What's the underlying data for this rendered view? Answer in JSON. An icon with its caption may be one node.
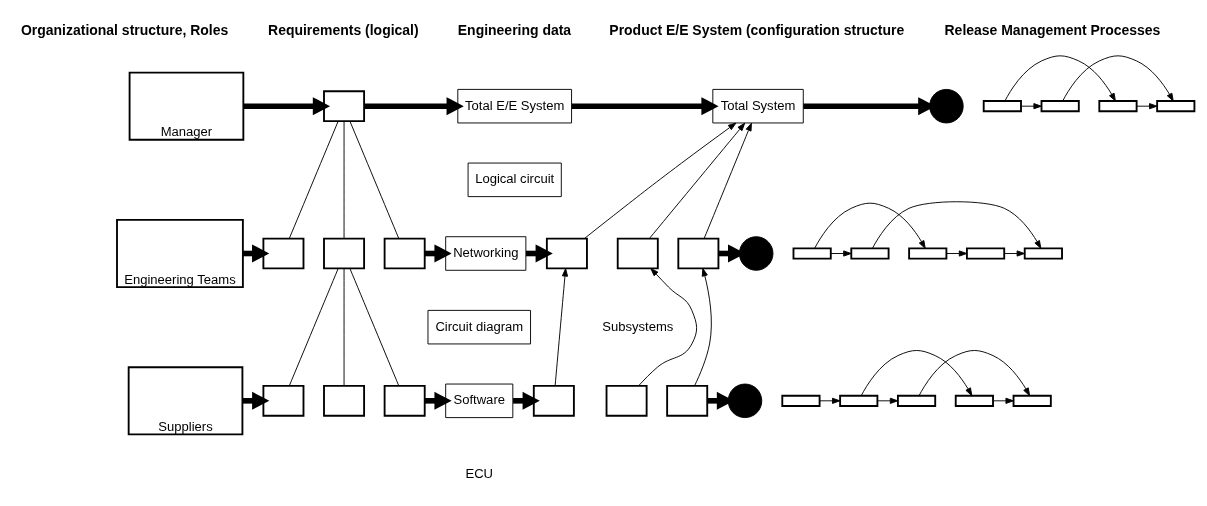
{
  "diagram": {
    "nodes": [
      {
        "text": [
          "Manager"
        ]
      },
      {
        "text": [
          "Engineering Teams"
        ]
      },
      {
        "text": [
          "Suppliers"
        ]
      },
      {
        "text": [],
        "shape": "box"
      },
      {
        "text": [],
        "shape": "box"
      },
      {
        "text": [],
        "shape": "box"
      },
      {
        "text": [],
        "shape": "box"
      },
      {
        "text": [],
        "shape": "box"
      },
      {
        "text": [],
        "shape": "box"
      },
      {
        "text": [],
        "shape": "box"
      },
      {
        "text": [
          "Total E/E System"
        ]
      },
      {
        "text": [
          "Logical circuit"
        ]
      },
      {
        "text": [
          "Networking"
        ]
      },
      {
        "text": [
          "Circuit diagram"
        ]
      },
      {
        "text": [
          "Software"
        ]
      },
      {
        "text": [
          "Total System"
        ]
      },
      {
        "text": [],
        "shape": "box"
      },
      {
        "text": [],
        "shape": "box"
      },
      {
        "text": [],
        "shape": "box"
      },
      {
        "text": [],
        "shape": "box"
      },
      {
        "text": [],
        "shape": "box"
      },
      {
        "text": [],
        "shape": "box"
      },
      {
        "text": [],
        "shape": "circle"
      },
      {
        "text": [],
        "shape": "box"
      },
      {
        "text": [],
        "shape": "box"
      },
      {
        "text": [],
        "shape": "box"
      },
      {
        "text": [],
        "shape": "box"
      },
      {
        "text": [],
        "shape": "circle"
      },
      {
        "text": [],
        "shape": "box"
      },
      {
        "text": [],
        "shape": "box"
      },
      {
        "text": [],
        "shape": "box"
      },
      {
        "text": [],
        "shape": "box"
      },
      {
        "text": [],
        "shape": "box"
      },
      {
        "text": [],
        "shape": "circle"
      },
      {
        "text": [],
        "shape": "box"
      },
      {
        "text": [],
        "shape": "box"
      },
      {
        "text": [],
        "shape": "box"
      },
      {
        "text": [],
        "shape": "box"
      },
      {
        "text": [],
        "shape": "box"
      }
    ],
    "edges": [
      {
        "from": 0,
        "to": 3,
        "arrow": "to",
        "style": "thick"
      },
      {
        "from": 1,
        "to": 4,
        "arrow": "to",
        "style": "thick"
      },
      {
        "from": 2,
        "to": 7,
        "arrow": "to",
        "style": "thick"
      },
      {
        "from": 3,
        "to": 4,
        "arrow": "none"
      },
      {
        "from": 3,
        "to": 5,
        "arrow": "none"
      },
      {
        "from": 3,
        "to": 6,
        "arrow": "none"
      },
      {
        "from": 5,
        "to": 7,
        "arrow": "none"
      },
      {
        "from": 5,
        "to": 8,
        "arrow": "none"
      },
      {
        "from": 5,
        "to": 9,
        "arrow": "none"
      },
      {
        "from": 3,
        "to": 10,
        "arrow": "to",
        "style": "thick"
      },
      {
        "from": 6,
        "to": 12,
        "arrow": "to",
        "style": "thick"
      },
      {
        "from": 9,
        "to": 14,
        "arrow": "to",
        "style": "thick"
      },
      {
        "from": 10,
        "to": 15,
        "arrow": "to",
        "style": "thick"
      },
      {
        "from": 12,
        "to": 16,
        "arrow": "to",
        "style": "thick"
      },
      {
        "from": 14,
        "to": 19,
        "arrow": "to",
        "style": "thick"
      },
      {
        "from": 16,
        "to": 15,
        "arrow": "to"
      },
      {
        "from": 17,
        "to": 15,
        "arrow": "to"
      },
      {
        "from": 18,
        "to": 15,
        "arrow": "to"
      },
      {
        "from": 19,
        "to": 16,
        "arrow": "to"
      },
      {
        "from": 20,
        "to": 17,
        "arrow": "to"
      },
      {
        "from": 21,
        "to": 18,
        "arrow": "to"
      },
      {
        "from": 15,
        "to": 22,
        "arrow": "to",
        "style": "thick"
      },
      {
        "from": 18,
        "to": 27,
        "arrow": "to",
        "style": "thick"
      },
      {
        "from": 21,
        "to": 33,
        "arrow": "to",
        "style": "thick"
      },
      {
        "from": 23,
        "to": 24,
        "arrow": "to"
      },
      {
        "from": 23,
        "to": 25,
        "arrow": "to"
      },
      {
        "from": 24,
        "to": 26,
        "arrow": "to"
      },
      {
        "from": 25,
        "to": 26,
        "arrow": "to"
      },
      {
        "from": 28,
        "to": 29,
        "arrow": "to"
      },
      {
        "from": 29,
        "to": 30,
        "arrow": "to"
      },
      {
        "from": 28,
        "to": 31,
        "arrow": "to"
      },
      {
        "from": 30,
        "to": 32,
        "arrow": "to"
      },
      {
        "from": 31,
        "to": 32,
        "arrow": "to"
      },
      {
        "from": 34,
        "to": 35,
        "arrow": "to"
      },
      {
        "from": 35,
        "to": 36,
        "arrow": "to"
      },
      {
        "from": 35,
        "to": 37,
        "arrow": "to"
      },
      {
        "from": 36,
        "to": 38,
        "arrow": "to"
      },
      {
        "from": 37,
        "to": 38,
        "arrow": "to"
      }
    ],
    "labels": [
      "Organizational structure, Roles",
      "Requirements (logical)",
      "Engineering data",
      "Product E/E System (configuration structure",
      "Release Management Processes",
      "Subsystems",
      "ECU"
    ]
  }
}
